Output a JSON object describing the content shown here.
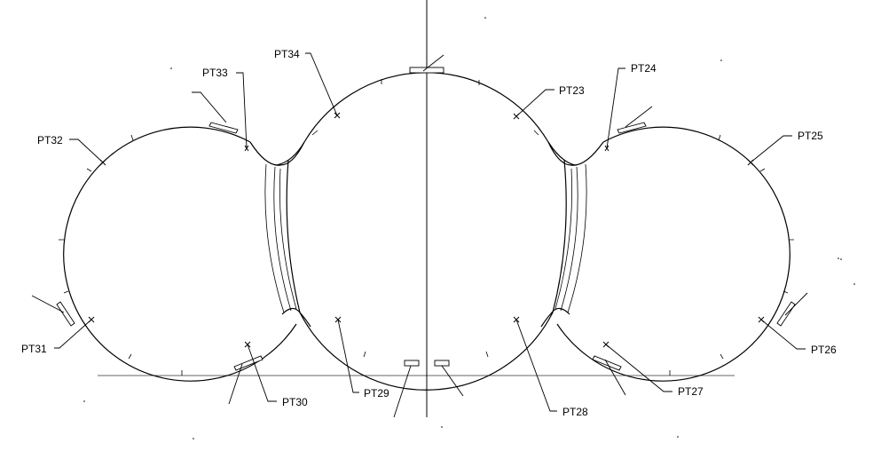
{
  "drawing": {
    "points": [
      {
        "id": "pt23",
        "label": "PT23"
      },
      {
        "id": "pt24",
        "label": "PT24"
      },
      {
        "id": "pt25",
        "label": "PT25"
      },
      {
        "id": "pt26",
        "label": "PT26"
      },
      {
        "id": "pt27",
        "label": "PT27"
      },
      {
        "id": "pt28",
        "label": "PT28"
      },
      {
        "id": "pt29",
        "label": "PT29"
      },
      {
        "id": "pt30",
        "label": "PT30"
      },
      {
        "id": "pt31",
        "label": "PT31"
      },
      {
        "id": "pt32",
        "label": "PT32"
      },
      {
        "id": "pt33",
        "label": "PT33"
      },
      {
        "id": "pt34",
        "label": "PT34"
      }
    ]
  }
}
